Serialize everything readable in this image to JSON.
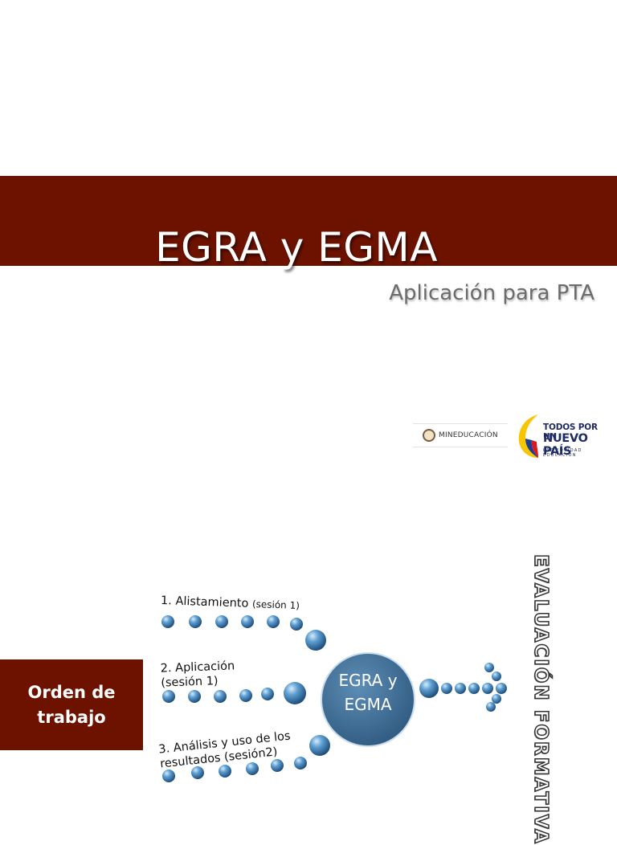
{
  "header": {
    "title": "EGRA y EGMA",
    "subtitle": "Aplicación para PTA"
  },
  "logos": {
    "mineducacion": "MINEDUCACIÓN",
    "todos_line1": "TODOS POR UN",
    "todos_line2": "NUEVO PAÍS",
    "todos_line3": "PAZ   EQUIDAD   EDUCACIÓN"
  },
  "side_box": {
    "line1": "Orden de",
    "line2": "trabajo"
  },
  "diagram": {
    "step1": {
      "main": "1. Alistamiento",
      "session": "(sesión 1)"
    },
    "step2": {
      "line1": "2. Aplicación",
      "line2": "(sesión 1)"
    },
    "step3": {
      "line1": "3. Análisis y uso de los",
      "line2": "resultados (sesión2)"
    },
    "center_line1": "EGRA y",
    "center_line2": "EGMA",
    "vertical_label": "EVALUACIÓN FORMATIVA"
  },
  "colors": {
    "band": "#6e1200",
    "bubble": "#3f7fb5",
    "bubble_dark": "#2a5f8f",
    "center_circle": "#3e6d94"
  }
}
